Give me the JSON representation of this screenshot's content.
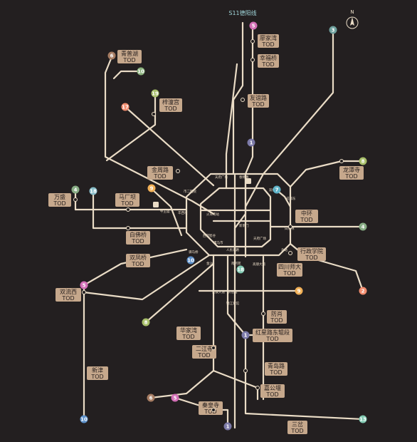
{
  "map": {
    "top_terminal_label": "S11德阳线",
    "compass_label": "N",
    "stations": [
      {
        "id": "qinhuanghu",
        "name": "青普湖",
        "suffix": "TOD"
      },
      {
        "id": "liaojiawan",
        "name": "廖家湾",
        "suffix": "TOD"
      },
      {
        "id": "xingfuqiao",
        "name": "幸福桥",
        "suffix": "TOD"
      },
      {
        "id": "youyilu",
        "name": "友谊路",
        "suffix": "TOD"
      },
      {
        "id": "shizhugong",
        "name": "梓潼宫",
        "suffix": "TOD"
      },
      {
        "id": "jinzhoulu",
        "name": "金周路",
        "suffix": "TOD"
      },
      {
        "id": "longtansi",
        "name": "龙潭寺",
        "suffix": "TOD"
      },
      {
        "id": "wansheng",
        "name": "万盛",
        "suffix": "TOD"
      },
      {
        "id": "maguangchang",
        "name": "马厂坝",
        "suffix": "TOD"
      },
      {
        "id": "zhonghuan",
        "name": "中环",
        "suffix": "TOD"
      },
      {
        "id": "baifoqiao",
        "name": "白佛桥",
        "suffix": "TOD"
      },
      {
        "id": "xingzhengxueyuan",
        "name": "行政学院",
        "suffix": "TOD"
      },
      {
        "id": "shuangfengqiao",
        "name": "双凤桥",
        "suffix": "TOD"
      },
      {
        "id": "sichuanshida",
        "name": "四川师大",
        "suffix": "TOD"
      },
      {
        "id": "shuangliuxi",
        "name": "双流西",
        "suffix": "TOD"
      },
      {
        "id": "fangxiao",
        "name": "防肖",
        "suffix": "TOD"
      },
      {
        "id": "hongxing",
        "name": "红星路东辊段",
        "suffix": "TOD"
      },
      {
        "id": "huajiawan",
        "name": "华家湾",
        "suffix": "TOD"
      },
      {
        "id": "erjiangsi",
        "name": "二江寺",
        "suffix": "TOD"
      },
      {
        "id": "qingdaolu",
        "name": "青岛路",
        "suffix": "TOD"
      },
      {
        "id": "xinjin",
        "name": "新津",
        "suffix": "TOD"
      },
      {
        "id": "xigongpu",
        "name": "嘉公堰",
        "suffix": "TOD"
      },
      {
        "id": "qinhuangsi",
        "name": "秦皇寺",
        "suffix": "TOD"
      },
      {
        "id": "sanchahu",
        "name": "三岔",
        "suffix": "TOD"
      }
    ],
    "line_badges": [
      {
        "n": "5",
        "color": "#d36fb6"
      },
      {
        "n": "3",
        "color": "#6fa19e"
      },
      {
        "n": "6",
        "color": "#a77d63"
      },
      {
        "n": "10",
        "color": "#8ab17c"
      },
      {
        "n": "17",
        "color": "#f28c6e"
      },
      {
        "n": "19",
        "color": "#a8bf6a"
      },
      {
        "n": "1",
        "color": "#7c7aa8"
      },
      {
        "n": "8",
        "color": "#a8bf6a"
      },
      {
        "n": "4",
        "color": "#87ac84"
      },
      {
        "n": "18",
        "color": "#87bcc8"
      },
      {
        "n": "9",
        "color": "#f2b158"
      },
      {
        "n": "7",
        "color": "#5fb3c8"
      },
      {
        "n": "2",
        "color": "#f28c6e"
      },
      {
        "n": "11",
        "color": "#94c9d1"
      },
      {
        "n": "13",
        "color": "#7fc8b0"
      }
    ],
    "ring_labels": [
      "天府广场",
      "春熙路",
      "市二医院",
      "双桥路",
      "成都东",
      "牛王庙",
      "华西坝",
      "火车南站",
      "新南门",
      "白果林",
      "西部智谷",
      "天府广场",
      "骡马市",
      "人民北路",
      "北站",
      "驷马桥",
      "金沙",
      "南河苑",
      "高朋大道",
      "武侯大道",
      "衣冠庙",
      "锦江宾馆"
    ]
  }
}
